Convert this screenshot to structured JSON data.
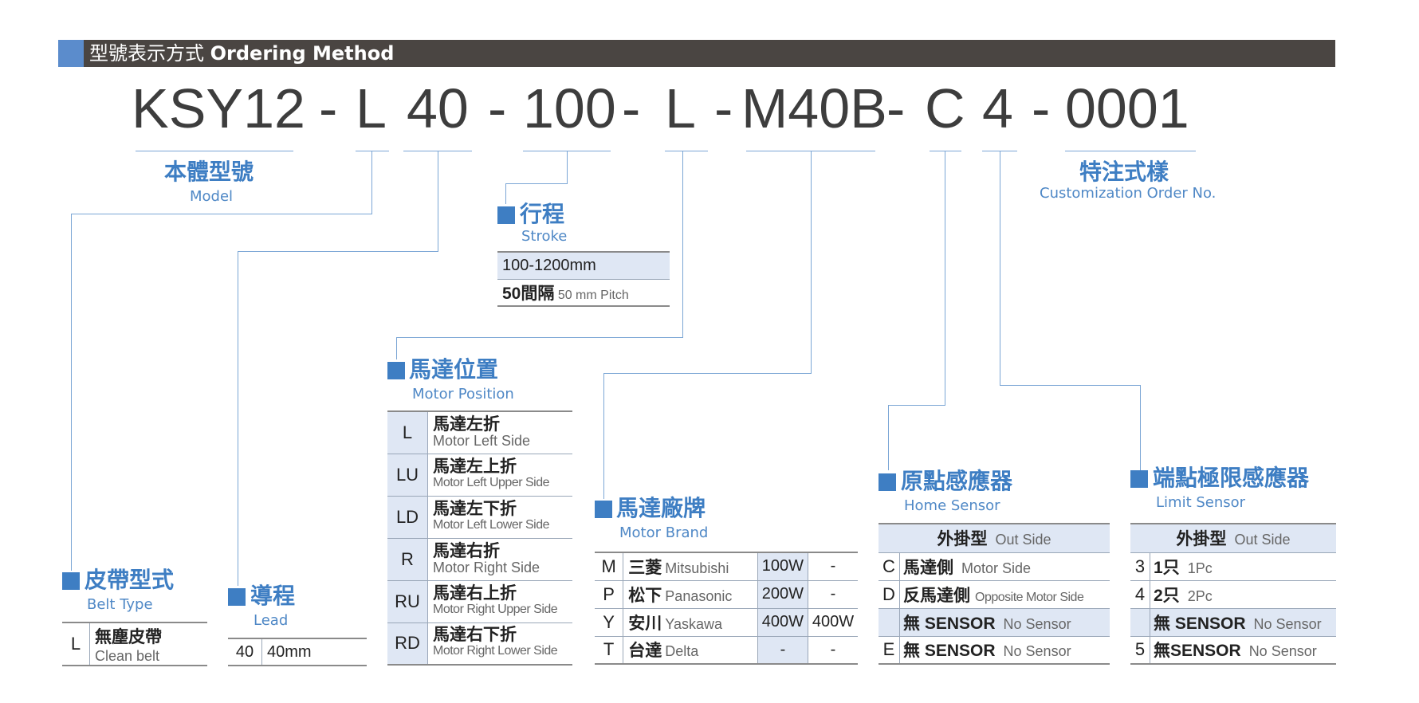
{
  "header": {
    "title_cn": "型號表示方式",
    "title_en": "Ordering Method"
  },
  "code": {
    "model": "KSY12",
    "sep1": "-",
    "belt": "L",
    "lead": "40",
    "sep2": "-",
    "stroke": "100",
    "sep3": "-",
    "motor_pos": "L",
    "sep4": "-",
    "motor": "M40B",
    "sep5": "-",
    "home": "C",
    "limit": "4",
    "sep6": "-",
    "custom": "0001"
  },
  "model_label": {
    "cn": "本體型號",
    "en": "Model"
  },
  "custom_label": {
    "cn": "特注式樣",
    "en": "Customization Order No."
  },
  "stroke_section": {
    "cn": "行程",
    "en": "Stroke",
    "range": "100-1200mm",
    "pitch_cn": "50間隔",
    "pitch_en": "50 mm Pitch"
  },
  "belt_section": {
    "cn": "皮帶型式",
    "en": "Belt Type",
    "rows": [
      {
        "code": "L",
        "cn": "無塵皮帶",
        "en": "Clean belt"
      }
    ]
  },
  "lead_section": {
    "cn": "導程",
    "en": "Lead",
    "rows": [
      {
        "code": "40",
        "value": "40mm"
      }
    ]
  },
  "motor_pos_section": {
    "cn": "馬達位置",
    "en": "Motor Position",
    "rows": [
      {
        "code": "L",
        "cn": "馬達左折",
        "en": "Motor Left Side"
      },
      {
        "code": "LU",
        "cn": "馬達左上折",
        "en": "Motor Left Upper Side"
      },
      {
        "code": "LD",
        "cn": "馬達左下折",
        "en": "Motor Left Lower Side"
      },
      {
        "code": "R",
        "cn": "馬達右折",
        "en": "Motor Right Side"
      },
      {
        "code": "RU",
        "cn": "馬達右上折",
        "en": "Motor Right Upper Side"
      },
      {
        "code": "RD",
        "cn": "馬達右下折",
        "en": "Motor Right Lower Side"
      }
    ]
  },
  "motor_brand_section": {
    "cn": "馬達廠牌",
    "en": "Motor Brand",
    "rows": [
      {
        "code": "M",
        "cn": "三菱",
        "en": "Mitsubishi",
        "w1": "100W",
        "w2": "-"
      },
      {
        "code": "P",
        "cn": "松下",
        "en": "Panasonic",
        "w1": "200W",
        "w2": "-"
      },
      {
        "code": "Y",
        "cn": "安川",
        "en": "Yaskawa",
        "w1": "400W",
        "w2": "400W"
      },
      {
        "code": "T",
        "cn": "台達",
        "en": "Delta",
        "w1": "-",
        "w2": "-"
      }
    ]
  },
  "home_section": {
    "cn": "原點感應器",
    "en": "Home Sensor",
    "header_cn": "外掛型",
    "header_en": "Out Side",
    "rows": [
      {
        "code": "C",
        "cn": "馬達側",
        "en": "Motor Side"
      },
      {
        "code": "D",
        "cn": "反馬達側",
        "en": "Opposite Motor Side"
      },
      {
        "code": "",
        "cn": "無 SENSOR",
        "en": "No Sensor"
      },
      {
        "code": "E",
        "cn": "無 SENSOR",
        "en": "No Sensor"
      }
    ]
  },
  "limit_section": {
    "cn": "端點極限感應器",
    "en": "Limit Sensor",
    "header_cn": "外掛型",
    "header_en": "Out Side",
    "rows": [
      {
        "code": "3",
        "cn": "1只",
        "en": "1Pc"
      },
      {
        "code": "4",
        "cn": "2只",
        "en": "2Pc"
      },
      {
        "code": "",
        "cn": "無 SENSOR",
        "en": "No Sensor"
      },
      {
        "code": "5",
        "cn": "無SENSOR",
        "en": "No Sensor"
      }
    ]
  },
  "colors": {
    "accent": "#3e7ec3",
    "header_bg": "#4a4542",
    "shade": "#dfe7f4"
  }
}
